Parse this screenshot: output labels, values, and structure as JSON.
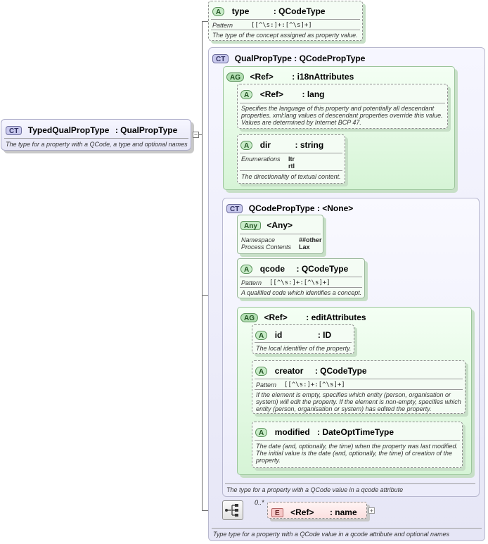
{
  "root": {
    "badge": "CT",
    "name": "TypedQualPropType",
    "type": ": QualPropType",
    "desc": "The type for a property with a QCode, a type and optional names"
  },
  "type_attr": {
    "badge": "A",
    "name": "type",
    "type": ": QCodeType",
    "facet_label": "Pattern",
    "facet_value": "[[^\\s:]+:[^\\s]+]",
    "desc": "The type of the concept assigned as property value."
  },
  "qualprop": {
    "badge": "CT",
    "title": "QualPropType : QCodePropType",
    "i18n": {
      "badge": "AG",
      "ref": "<Ref>",
      "type": ": i18nAttributes",
      "lang": {
        "badge": "A",
        "ref": "<Ref>",
        "type": ": lang",
        "desc": "Specifies the language of this property and potentially all descendant properties. xml:lang values of descendant properties override this value. Values are determined by Internet BCP 47."
      },
      "dir": {
        "badge": "A",
        "name": "dir",
        "type": ": string",
        "facet_label": "Enumerations",
        "enum": [
          "ltr",
          "rtl"
        ],
        "desc": "The directionality of textual content."
      }
    },
    "qcodeprop": {
      "badge": "CT",
      "title": "QCodePropType : <None>",
      "any": {
        "badge": "Any",
        "name": "<Any>",
        "ns_label": "Namespace",
        "ns_value": "##other",
        "pc_label": "Process Contents",
        "pc_value": "Lax"
      },
      "qcode": {
        "badge": "A",
        "name": "qcode",
        "type": ": QCodeType",
        "facet_label": "Pattern",
        "facet_value": "[[^\\s:]+:[^\\s]+]",
        "desc": "A qualified code which identifies a concept."
      },
      "edit": {
        "badge": "AG",
        "ref": "<Ref>",
        "type": ": editAttributes",
        "id": {
          "badge": "A",
          "name": "id",
          "type": ": ID",
          "desc": "The local identifier of the property."
        },
        "creator": {
          "badge": "A",
          "name": "creator",
          "type": ": QCodeType",
          "facet_label": "Pattern",
          "facet_value": "[[^\\s:]+:[^\\s]+]",
          "desc": "If the element is empty, specifies which entity (person, organisation or system) will edit the property. If the element is non-empty, specifies which entity (person, organisation or system) has edited the property."
        },
        "modified": {
          "badge": "A",
          "name": "modified",
          "type": ": DateOptTimeType",
          "desc": "The date (and, optionally, the time) when the property was last modified. The initial value is the date (and, optionally, the time) of creation of the property."
        }
      },
      "desc": "The type for a property with a QCode value in a qcode attribute"
    }
  },
  "name_el": {
    "badge": "E",
    "ref": "<Ref>",
    "type": ": name",
    "cardinality": "0..*",
    "expand": "+"
  },
  "outer_desc": "Type type for a property with a  QCode value in a qcode attribute and optional names",
  "collapse": "−"
}
